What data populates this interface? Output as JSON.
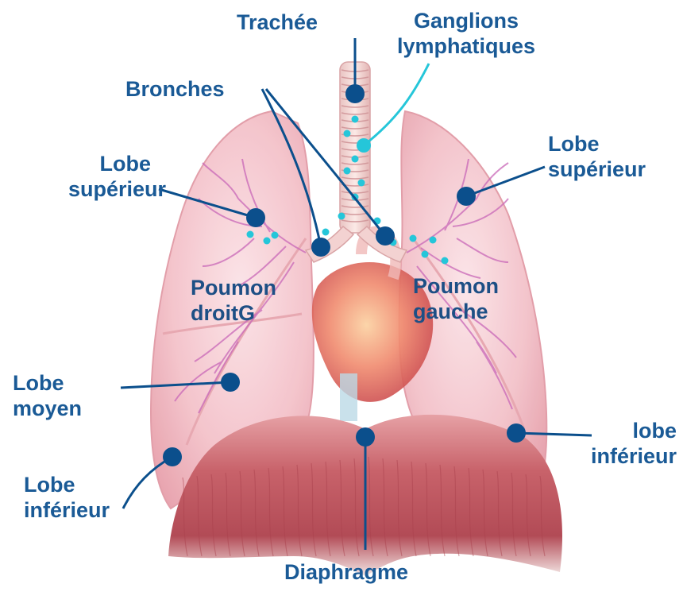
{
  "colors": {
    "label": "#1a5a96",
    "marker": "#0b4f8c",
    "lymph": "#25c6d9",
    "lung": "#f2b9c2",
    "muscle": "#c9666f"
  },
  "labels": {
    "trachee": "Trachée",
    "ganglions": [
      "Ganglions",
      "lymphatiques"
    ],
    "bronches": "Bronches",
    "lobe_sup_right": [
      "Lobe",
      "supérieur"
    ],
    "lobe_sup_left": [
      "Lobe",
      "supérieur"
    ],
    "poumon_droit": [
      "Poumon",
      "droitG"
    ],
    "poumon_gauche": [
      "Poumon",
      "gauche"
    ],
    "lobe_moyen": [
      "Lobe",
      "moyen"
    ],
    "lobe_inf_right": [
      "Lobe",
      "inférieur"
    ],
    "lobe_inf_left": [
      "lobe",
      "inférieur"
    ],
    "diaphragme": "Diaphragme"
  }
}
